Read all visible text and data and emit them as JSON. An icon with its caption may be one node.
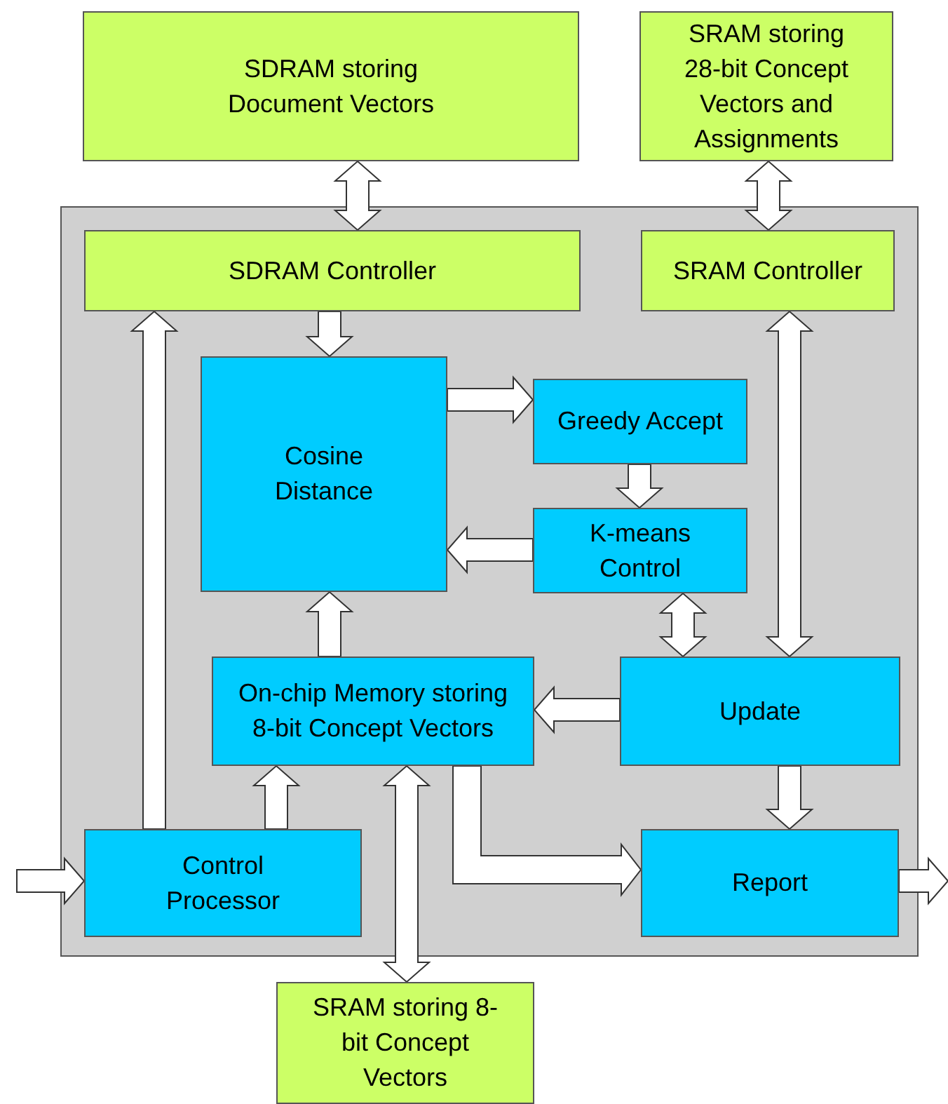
{
  "diagram": {
    "nodes": [
      {
        "text": [
          "SDRAM storing Document Vectors"
        ]
      },
      {
        "text": [
          "SRAM storing 28-bit Concept Vectors and Assignments"
        ]
      },
      {
        "text": [],
        "shape": "box"
      },
      {
        "text": [
          "SDRAM Controller"
        ],
        "in": 2
      },
      {
        "text": [
          "SRAM Controller"
        ],
        "in": 2
      },
      {
        "text": [
          "Cosine Distance"
        ],
        "in": 2
      },
      {
        "text": [
          "Greedy Accept"
        ],
        "in": 2
      },
      {
        "text": [
          "K-means Control"
        ],
        "in": 2
      },
      {
        "text": [
          "On-chip Memory storing 8-bit Concept Vectors"
        ],
        "in": 2
      },
      {
        "text": [
          "Update"
        ],
        "in": 2
      },
      {
        "text": [
          "Control Processor"
        ],
        "in": 2
      },
      {
        "text": [
          "Report"
        ],
        "in": 2
      },
      {
        "text": [
          "SRAM storing 8-bit Concept Vectors"
        ]
      }
    ],
    "edges": [
      {
        "from": 0,
        "to": 3,
        "arrow": "both"
      },
      {
        "from": 1,
        "to": 4,
        "arrow": "both"
      },
      {
        "from": 3,
        "to": 5,
        "arrow": "to"
      },
      {
        "from": 10,
        "to": 3,
        "arrow": "to"
      },
      {
        "from": 5,
        "to": 6,
        "arrow": "to"
      },
      {
        "from": 6,
        "to": 7,
        "arrow": "to"
      },
      {
        "from": 7,
        "to": 5,
        "arrow": "to"
      },
      {
        "from": 7,
        "to": 9,
        "arrow": "both"
      },
      {
        "from": 4,
        "to": 9,
        "arrow": "both"
      },
      {
        "from": 8,
        "to": 5,
        "arrow": "to"
      },
      {
        "from": 9,
        "to": 8,
        "arrow": "to"
      },
      {
        "from": 10,
        "to": 8,
        "arrow": "to"
      },
      {
        "from": 8,
        "to": 12,
        "arrow": "both"
      },
      {
        "from": 8,
        "to": 11,
        "arrow": "to"
      },
      {
        "from": 9,
        "to": 11,
        "arrow": "to"
      },
      {
        "from": null,
        "to": 10,
        "arrow": "to"
      },
      {
        "from": 11,
        "to": null,
        "arrow": "to"
      }
    ]
  }
}
